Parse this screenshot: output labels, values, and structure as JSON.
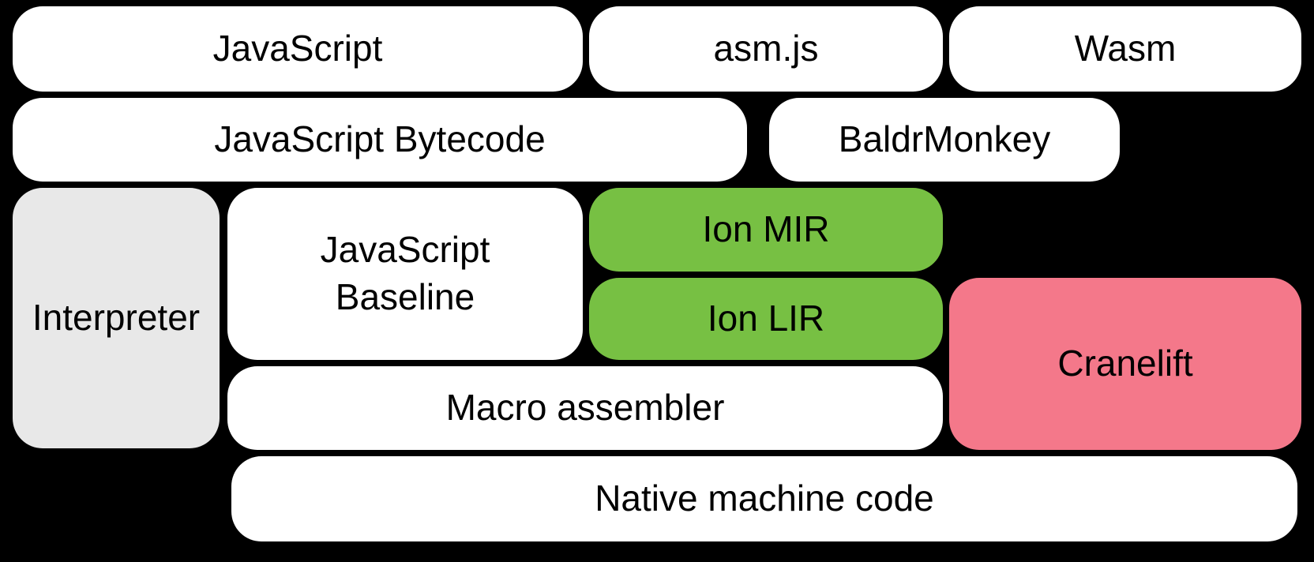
{
  "diagram": {
    "background_color": "#000000",
    "text_color": "#000000",
    "colors": {
      "default_box": "#ffffff",
      "interpreter_gray": "#e8e8e8",
      "ion_green": "#77c043",
      "cranelift_pink": "#f4788a"
    },
    "boxes": {
      "javascript": {
        "label": "JavaScript",
        "fill": "#ffffff"
      },
      "asmjs": {
        "label": "asm.js",
        "fill": "#ffffff"
      },
      "wasm": {
        "label": "Wasm",
        "fill": "#ffffff"
      },
      "js_bytecode": {
        "label": "JavaScript Bytecode",
        "fill": "#ffffff"
      },
      "baldrmonkey": {
        "label": "BaldrMonkey",
        "fill": "#ffffff"
      },
      "interpreter": {
        "label": "Interpreter",
        "fill": "#e8e8e8"
      },
      "js_baseline": {
        "line1": "JavaScript",
        "line2": "Baseline",
        "fill": "#ffffff"
      },
      "ion_mir": {
        "label": "Ion MIR",
        "fill": "#77c043"
      },
      "ion_lir": {
        "label": "Ion LIR",
        "fill": "#77c043"
      },
      "cranelift": {
        "label": "Cranelift",
        "fill": "#f4788a"
      },
      "macro_assembler": {
        "label": "Macro assembler",
        "fill": "#ffffff"
      },
      "native_machine_code": {
        "label": "Native machine code",
        "fill": "#ffffff"
      }
    }
  }
}
